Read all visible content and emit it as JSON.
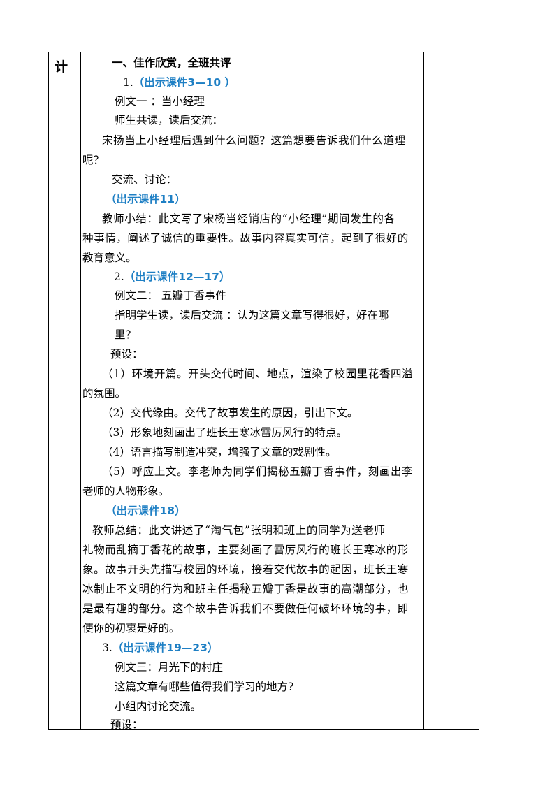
{
  "side_label": "计",
  "lines": [
    {
      "id": "l1",
      "text": "一、佳作欣赏，全班共评"
    },
    {
      "id": "l2",
      "num": "1.",
      "link": "（出示课件3—10 ）"
    },
    {
      "id": "l3",
      "text": "例文一 ：当小经理"
    },
    {
      "id": "l4",
      "text": "师生共读，读后交流："
    },
    {
      "id": "l5",
      "text": "宋扬当上小经理后遇到什么问题？这篇想要告诉我们什么道理"
    },
    {
      "id": "l6",
      "text": "呢？"
    },
    {
      "id": "l7",
      "text": "交流、讨论："
    },
    {
      "id": "l8",
      "link": "（出示课件11）"
    },
    {
      "id": "l9",
      "text": "教师小结：此文写了宋杨当经销店的“小经理”期间发生的各"
    },
    {
      "id": "l10",
      "text": "种事情，阐述了诚信的重要性。故事内容真实可信，起到了很好的"
    },
    {
      "id": "l11",
      "text": "教育意义。"
    },
    {
      "id": "l12",
      "num": "2.",
      "link": "（出示课件12—17）"
    },
    {
      "id": "l13",
      "text": "例文二：  五瓣丁香事件"
    },
    {
      "id": "l14",
      "text": "指明学生读，读后交流  ：认为这篇文章写得很好，好在哪"
    },
    {
      "id": "l15",
      "text": "里？"
    },
    {
      "id": "l16",
      "text": "预设："
    },
    {
      "id": "l17",
      "text": "（1）环境开篇。开头交代时间、地点，渲染了校园里花香四溢"
    },
    {
      "id": "l18",
      "text": "的氛围。"
    },
    {
      "id": "l19",
      "text": "（2）交代缘由。交代了故事发生的原因，引出下文。"
    },
    {
      "id": "l20",
      "text": "（3）形象地刻画出了班长王寒冰雷厉风行的特点。"
    },
    {
      "id": "l21",
      "text": "（4）语言描写制造冲突，增强了文章的戏剧性。"
    },
    {
      "id": "l22",
      "text": "（5）呼应上文。李老师为同学们揭秘五瓣丁香事件，刻画出李"
    },
    {
      "id": "l23",
      "text": "老师的人物形象。"
    },
    {
      "id": "l24",
      "link": "（出示课件18）"
    },
    {
      "id": "l25",
      "text": "教师总结：此文讲述了“淘气包”张明和班上的同学为送老师"
    },
    {
      "id": "l26",
      "text": "礼物而乱摘丁香花的故事，主要刻画了雷厉风行的班长王寒冰的形"
    },
    {
      "id": "l27",
      "text": "象。故事开头先描写校园的环境，接着交代故事的起因，班长王寒"
    },
    {
      "id": "l28",
      "text": "冰制止不文明的行为和班主任揭秘五瓣丁香是故事的高潮部分，也"
    },
    {
      "id": "l29",
      "text": "是最有趣的部分。这个故事告诉我们不要做任何破坏环境的事，即"
    },
    {
      "id": "l30",
      "text": "使你的初衷是好的。"
    },
    {
      "id": "l31",
      "num": "3.",
      "link": "（出示课件19—23）"
    },
    {
      "id": "l32",
      "text": "例文三：月光下的村庄"
    },
    {
      "id": "l33",
      "text": "这篇文章有哪些值得我们学习的地方?"
    },
    {
      "id": "l34",
      "text": "小组内讨论交流。"
    },
    {
      "id": "l35",
      "text": "预设："
    }
  ]
}
